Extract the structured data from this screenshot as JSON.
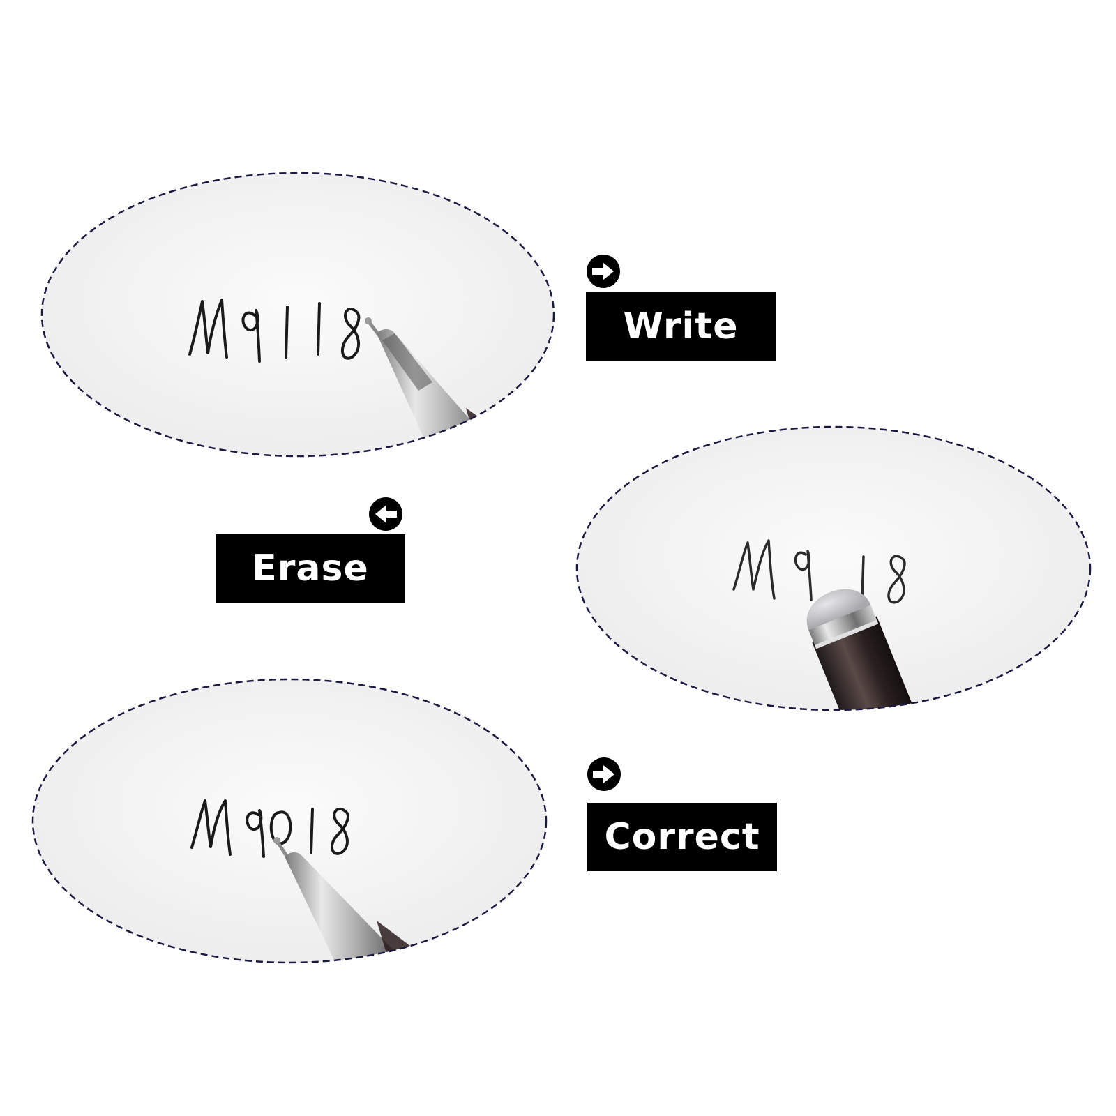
{
  "steps": {
    "write": {
      "label": "Write",
      "handwriting": "M9118",
      "arrow": "arrow-right-icon"
    },
    "erase": {
      "label": "Erase",
      "handwriting": "M9 18",
      "arrow": "arrow-left-icon"
    },
    "correct": {
      "label": "Correct",
      "handwriting": "M9018",
      "arrow": "arrow-right-icon"
    }
  },
  "colors": {
    "background": "#ffffff",
    "label_bg": "#000000",
    "label_text": "#ffffff",
    "dashed_outline": "#1a1a40",
    "ink": "#1a1a1a"
  }
}
